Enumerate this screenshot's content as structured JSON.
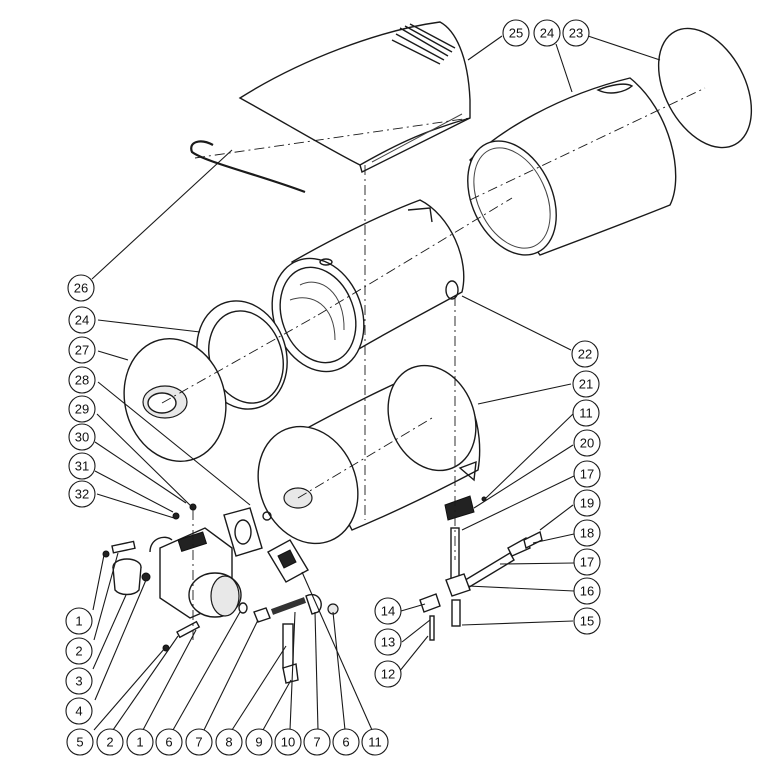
{
  "balloons": [
    {
      "label": "25"
    },
    {
      "label": "24"
    },
    {
      "label": "23"
    },
    {
      "label": "26"
    },
    {
      "label": "24"
    },
    {
      "label": "27"
    },
    {
      "label": "28"
    },
    {
      "label": "29"
    },
    {
      "label": "30"
    },
    {
      "label": "31"
    },
    {
      "label": "32"
    },
    {
      "label": "22"
    },
    {
      "label": "21"
    },
    {
      "label": "11"
    },
    {
      "label": "20"
    },
    {
      "label": "17"
    },
    {
      "label": "19"
    },
    {
      "label": "18"
    },
    {
      "label": "17"
    },
    {
      "label": "16"
    },
    {
      "label": "15"
    },
    {
      "label": "14"
    },
    {
      "label": "13"
    },
    {
      "label": "12"
    },
    {
      "label": "1"
    },
    {
      "label": "2"
    },
    {
      "label": "3"
    },
    {
      "label": "4"
    },
    {
      "label": "5"
    },
    {
      "label": "2"
    },
    {
      "label": "1"
    },
    {
      "label": "6"
    },
    {
      "label": "7"
    },
    {
      "label": "8"
    },
    {
      "label": "9"
    },
    {
      "label": "10"
    },
    {
      "label": "7"
    },
    {
      "label": "6"
    },
    {
      "label": "11"
    }
  ]
}
